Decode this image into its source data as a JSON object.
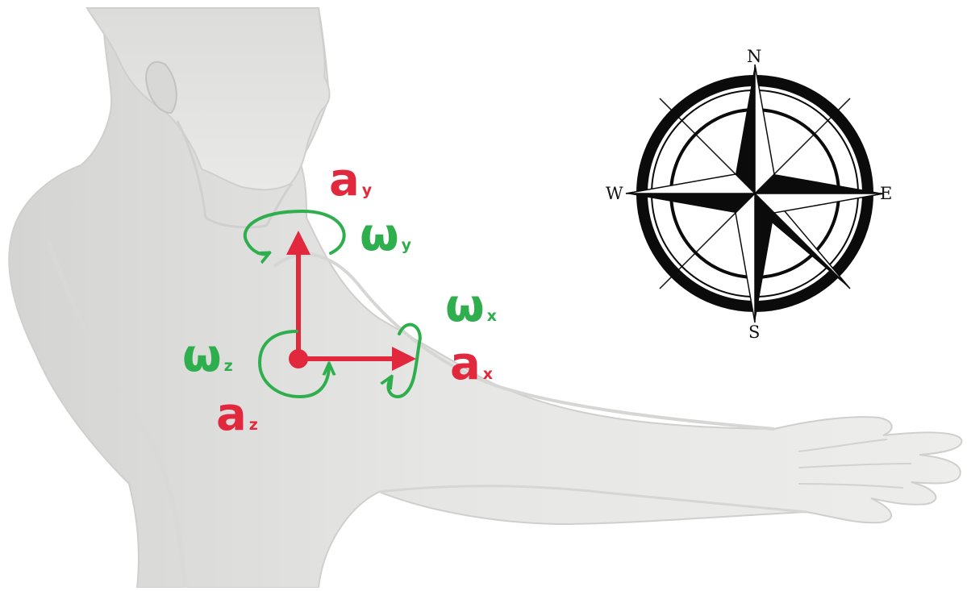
{
  "colors": {
    "acceleration": "#e2283c",
    "angular_velocity": "#2fae4e",
    "body": "#e3e3e1",
    "compass": "#0b0b0b",
    "background": "#ffffff"
  },
  "axes": {
    "a_x": {
      "symbol": "a",
      "subscript": "x"
    },
    "a_y": {
      "symbol": "a",
      "subscript": "y"
    },
    "a_z": {
      "symbol": "a",
      "subscript": "z"
    },
    "w_x": {
      "symbol": "ω",
      "subscript": "x"
    },
    "w_y": {
      "symbol": "ω",
      "subscript": "y"
    },
    "w_z": {
      "symbol": "ω",
      "subscript": "z"
    }
  },
  "compass": {
    "north": "N",
    "south": "S",
    "east": "E",
    "west": "W"
  },
  "icons": [
    "human-figure-illustration",
    "compass-rose-icon",
    "sensor-origin-dot",
    "rotation-arrow-icon",
    "axis-arrow-icon"
  ]
}
